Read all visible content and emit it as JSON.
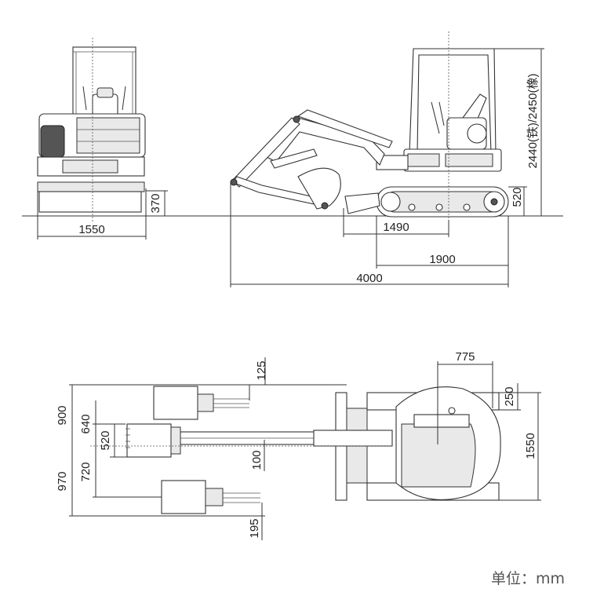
{
  "dimensions": {
    "front_width": "1550",
    "front_ground_clearance": "370",
    "side_height": "2440(铁)/2450(橡)",
    "side_track_height": "520",
    "side_length_1490": "1490",
    "side_length_1900": "1900",
    "side_length_total": "4000",
    "top_rear_radius": "775",
    "top_track_offset": "250",
    "top_width": "1550",
    "top_offset_125": "125",
    "top_offset_100": "100",
    "top_offset_195": "195",
    "top_left_900": "900",
    "top_left_640": "640",
    "top_left_520": "520",
    "top_left_720": "720",
    "top_left_970": "970"
  },
  "unit_label": "单位：mm"
}
